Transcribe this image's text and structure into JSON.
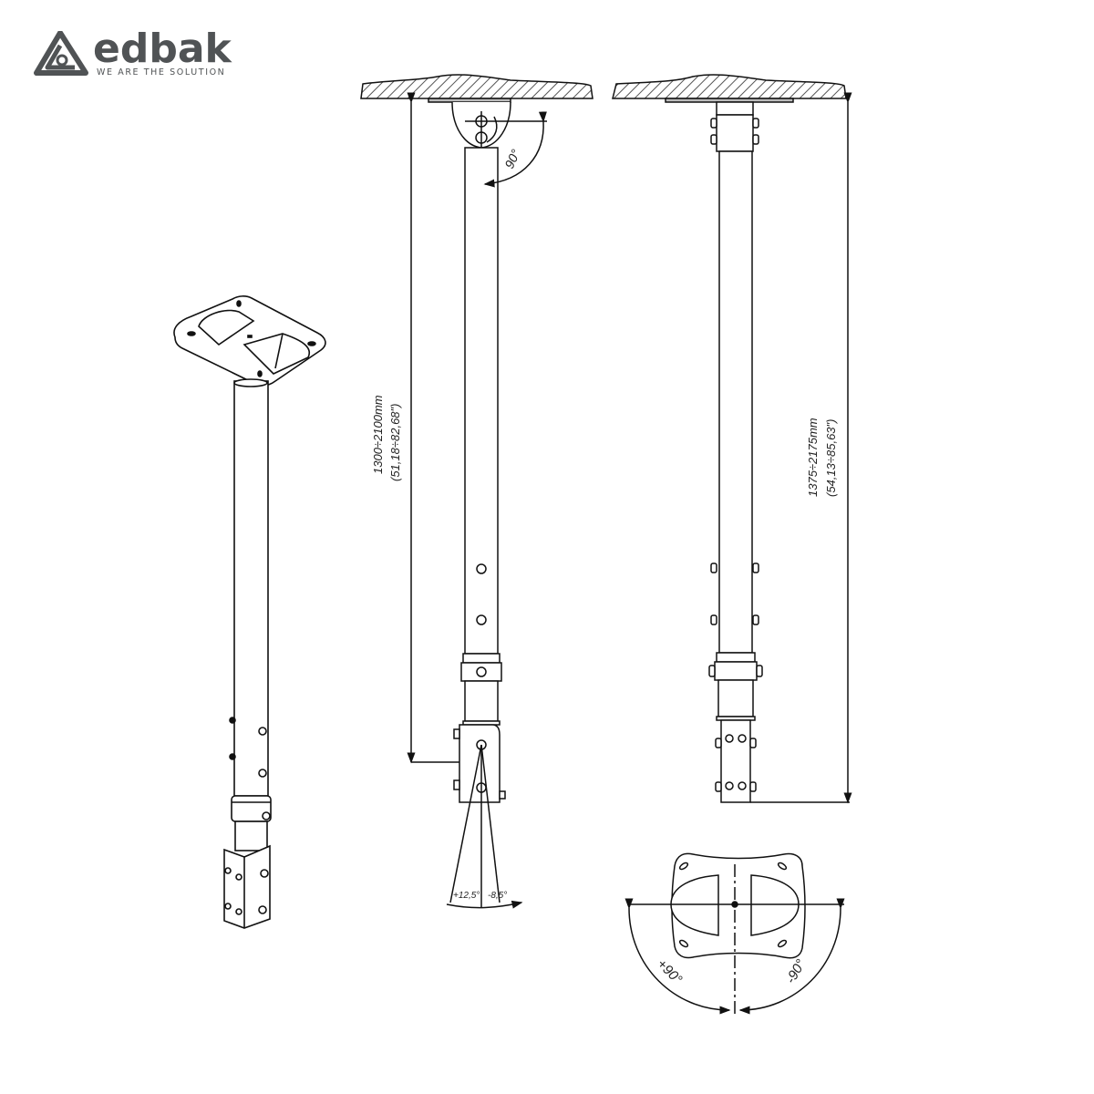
{
  "brand": {
    "name": "edbak",
    "tagline": "WE ARE THE SOLUTION",
    "color": "#505355"
  },
  "diagram": {
    "type": "technical-drawing",
    "subject": "ceiling projector mount, telescopic pole",
    "views": [
      {
        "name": "isometric-view",
        "description": "3D view of mount with plate, pole and bracket"
      },
      {
        "name": "side-view",
        "description": "side elevation with ceiling, pole, tilt bracket"
      },
      {
        "name": "front-view",
        "description": "front elevation with ceiling, pole, bracket"
      },
      {
        "name": "plate-top-view",
        "description": "top view of mounting plate with rotation arc"
      }
    ],
    "labels": {
      "side_height_mm": "1300÷2100mm",
      "side_height_in": "(51,18÷82,68\")",
      "front_height_mm": "1375÷2175mm",
      "front_height_in": "(54,13÷85,63\")",
      "ceiling_swivel": "90°",
      "tilt_plus": "+12,5°",
      "tilt_minus": "-8,5°",
      "rotate_plus": "+90°",
      "rotate_minus": "-90°"
    },
    "line_color": "#1a1a1a",
    "hatch_color": "#555555"
  }
}
